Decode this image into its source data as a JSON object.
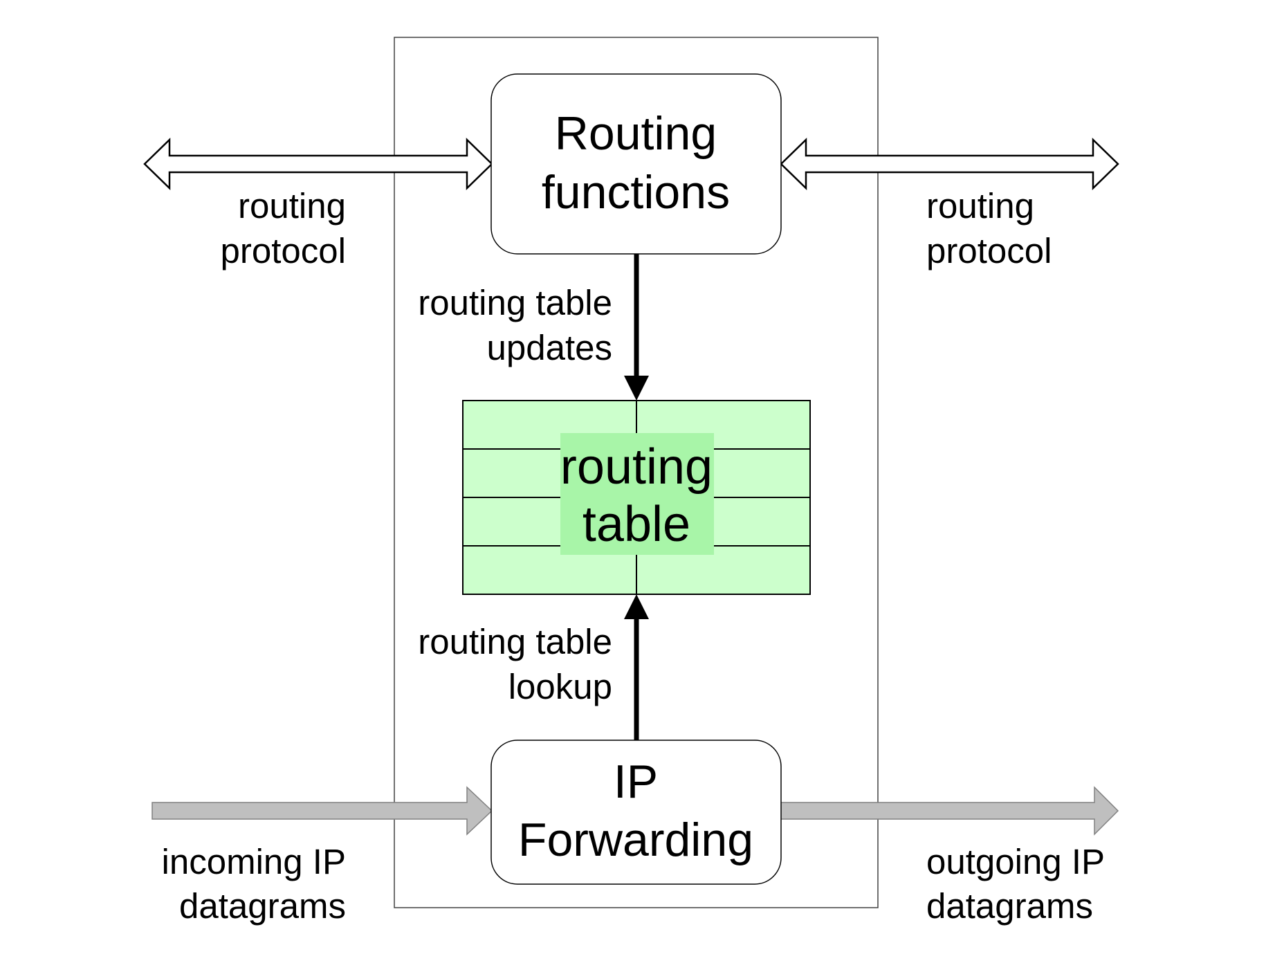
{
  "nodes": {
    "routing_functions": {
      "line1": "Routing",
      "line2": "functions"
    },
    "ip_forwarding": {
      "line1": "IP",
      "line2": "Forwarding"
    },
    "routing_table": {
      "line1": "routing",
      "line2": "table"
    }
  },
  "edges": {
    "routing_protocol_left": {
      "line1": "routing",
      "line2": "protocol"
    },
    "routing_protocol_right": {
      "line1": "routing",
      "line2": "protocol"
    },
    "table_updates": {
      "line1": "routing table",
      "line2": "updates"
    },
    "table_lookup": {
      "line1": "routing table",
      "line2": "lookup"
    },
    "incoming": {
      "line1": "incoming IP",
      "line2": "datagrams"
    },
    "outgoing": {
      "line1": "outgoing IP",
      "line2": "datagrams"
    }
  },
  "colors": {
    "table_fill": "#ccffcc",
    "table_label_fill": "#a8f5a8",
    "datagram_arrow": "#bfbfbf",
    "router_border": "#404040"
  }
}
